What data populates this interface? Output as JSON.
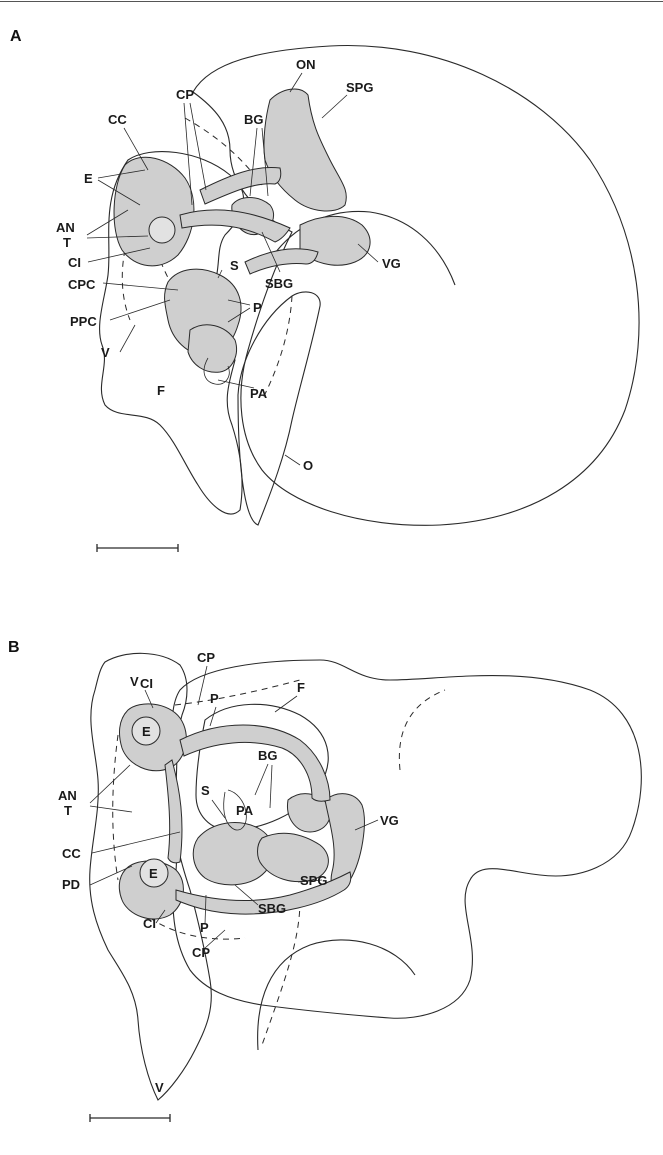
{
  "panels": {
    "a": {
      "letter": "A",
      "labels": {
        "on": "ON",
        "cp": "CP",
        "cc": "CC",
        "bg": "BG",
        "spg": "SPG",
        "e": "E",
        "an": "AN",
        "t": "T",
        "ci": "CI",
        "s": "S",
        "vg": "VG",
        "sbg": "SBG",
        "cpc": "CPC",
        "p": "P",
        "ppc": "PPC",
        "v": "V",
        "pa": "PA",
        "f": "F",
        "o": "O"
      }
    },
    "b": {
      "letter": "B",
      "labels": {
        "v_top": "V",
        "cp_top": "CP",
        "ci_top": "CI",
        "f": "F",
        "p_top": "P",
        "bg": "BG",
        "e_top": "E",
        "an": "AN",
        "t": "T",
        "vg": "VG",
        "s": "S",
        "pa": "PA",
        "cc": "CC",
        "spg": "SPG",
        "pd": "PD",
        "e_bottom": "E",
        "sbg": "SBG",
        "ci_bottom": "CI",
        "p_bottom": "P",
        "cp_bottom": "CP",
        "v_bottom": "V"
      }
    }
  },
  "colors": {
    "stroke": "#2a2a2a",
    "stipple": "#cfcfcf",
    "background": "#ffffff"
  }
}
